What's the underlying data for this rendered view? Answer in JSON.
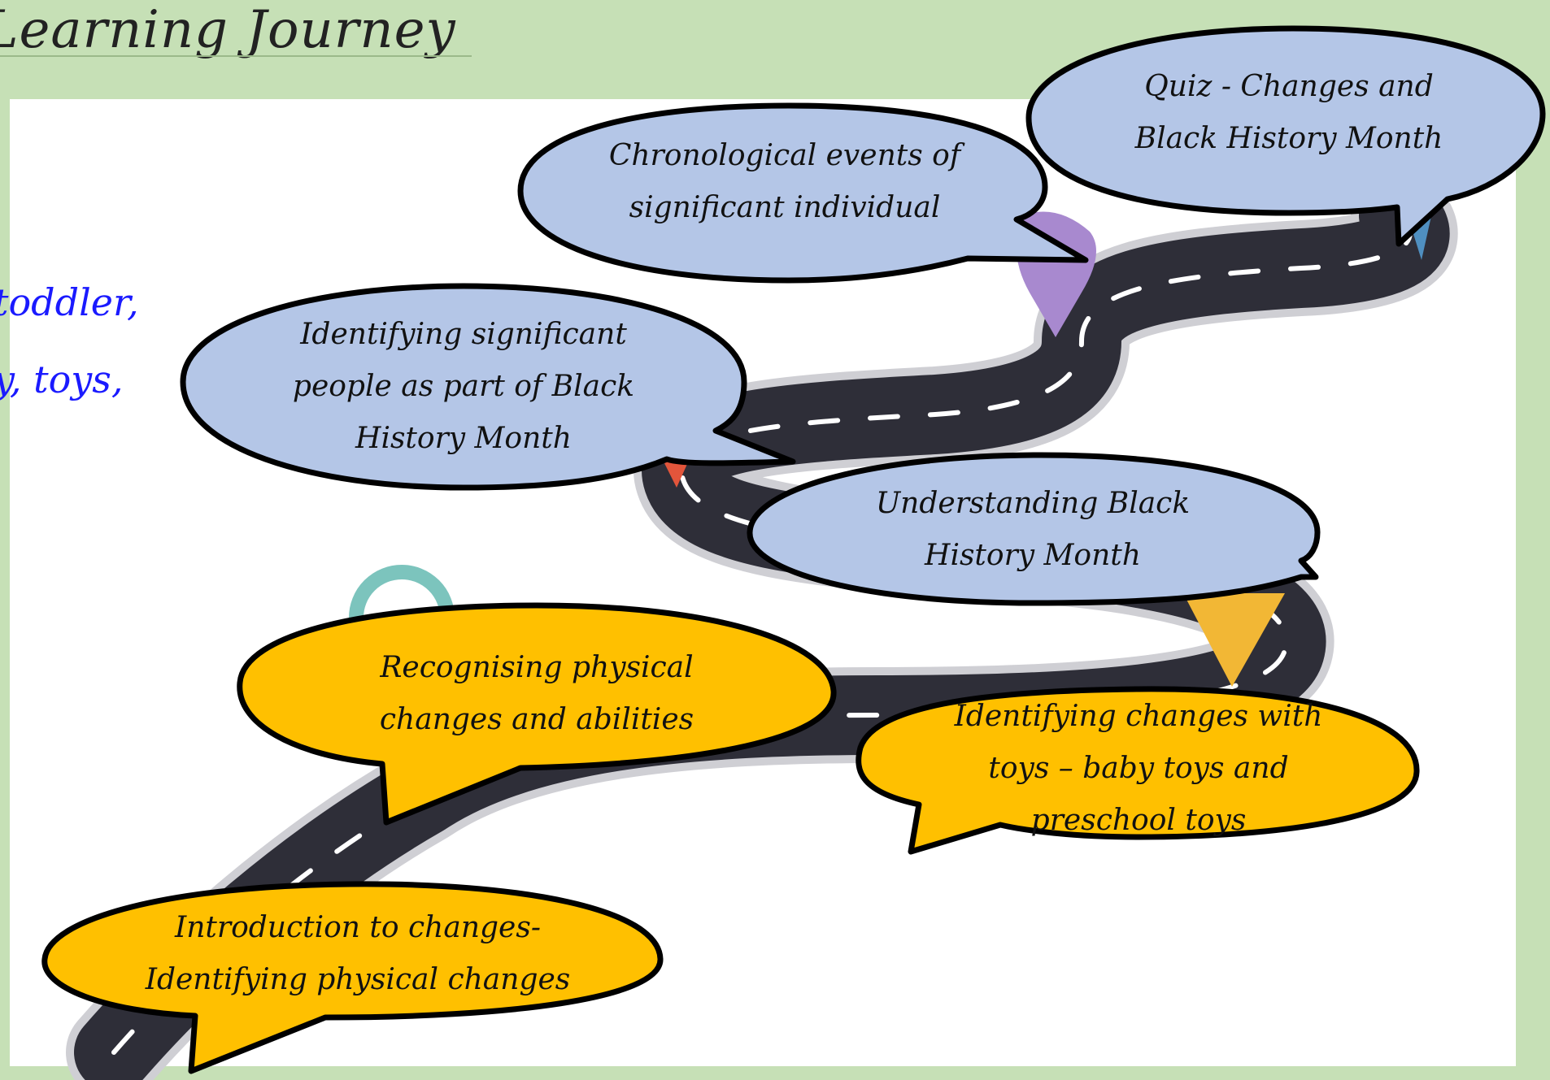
{
  "page": {
    "title": "Learning Journey"
  },
  "side_text": {
    "line1": "toddler,",
    "line2": "y, toys,"
  },
  "colors": {
    "background": "#c6e0b6",
    "blue_bubble": "#b4c6e7",
    "orange_bubble": "#ffc000",
    "road": "#2e2e38"
  },
  "steps": [
    {
      "label": "Introduction to changes- Identifying physical changes",
      "lines": [
        "Introduction to changes-",
        "Identifying physical changes"
      ],
      "color": "orange"
    },
    {
      "label": "Recognising physical changes and abilities",
      "lines": [
        "Recognising physical",
        "changes and abilities"
      ],
      "color": "orange"
    },
    {
      "label": "Identifying changes with toys – baby toys and preschool toys",
      "lines": [
        "Identifying changes with",
        "toys – baby toys and",
        "preschool toys"
      ],
      "color": "orange"
    },
    {
      "label": "Understanding Black History Month",
      "lines": [
        "Understanding Black",
        "History Month"
      ],
      "color": "blue"
    },
    {
      "label": "Identifying significant people as part of Black History Month",
      "lines": [
        "Identifying significant",
        "people as part of Black",
        "History Month"
      ],
      "color": "blue"
    },
    {
      "label": "Chronological events of significant individual",
      "lines": [
        "Chronological events of",
        "significant individual"
      ],
      "color": "blue"
    },
    {
      "label": "Quiz - Changes and Black History Month",
      "lines": [
        "Quiz - Changes and",
        "Black History Month"
      ],
      "color": "blue"
    }
  ]
}
